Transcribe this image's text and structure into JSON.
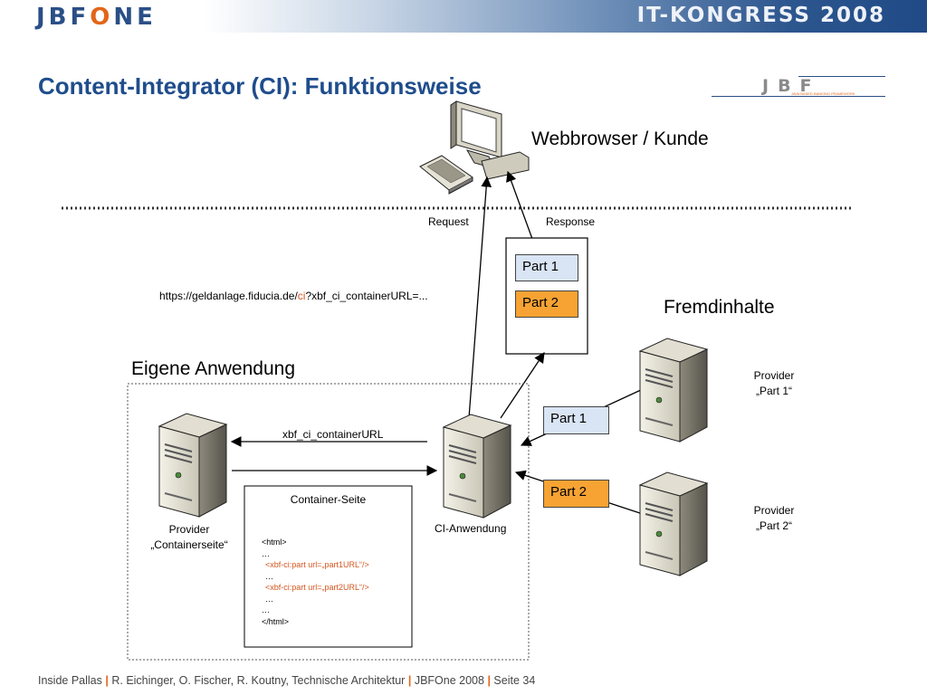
{
  "header": {
    "logo_letters": [
      "JBF",
      "O",
      "NE"
    ],
    "congress": "IT-KONGRESS 2008"
  },
  "slide": {
    "title": "Content-Integrator (CI): Funktionsweise",
    "small_logo": "JBF",
    "small_logo_sub": "JAVA BASED BANKING FRAMEWORK"
  },
  "diagram": {
    "webbrowser": "Webbrowser / Kunde",
    "request": "Request",
    "response": "Response",
    "url_prefix": "https://geldanlage.fiducia.de/",
    "url_ci": "ci",
    "url_suffix": "?xbf_ci_containerURL=...",
    "response_part1": "Part 1",
    "response_part2": "Part 2",
    "fremdinhalte": "Fremdinhalte",
    "eigene_anwendung": "Eigene Anwendung",
    "container_url_label": "xbf_ci_containerURL",
    "ci_part1": "Part 1",
    "ci_part2": "Part 2",
    "provider_part1_line1": "Provider",
    "provider_part1_line2": "„Part 1“",
    "provider_part2_line1": "Provider",
    "provider_part2_line2": "„Part 2“",
    "provider_container_line1": "Provider",
    "provider_container_line2": "„Containerseite“",
    "ci_anwendung": "CI-Anwendung",
    "container_seite": "Container-Seite",
    "code_lines": [
      {
        "text": "<html>",
        "hl": false
      },
      {
        "text": "…",
        "hl": false
      },
      {
        "text": "<xbf-ci:part url=„part1URL“/>",
        "hl": true
      },
      {
        "text": "…",
        "hl": false
      },
      {
        "text": "<xbf-ci:part url=„part2URL“/>",
        "hl": true
      },
      {
        "text": "…",
        "hl": false
      },
      {
        "text": "…",
        "hl": false
      },
      {
        "text": "</html>",
        "hl": false
      }
    ]
  },
  "footer": {
    "part1": "Inside Pallas",
    "part2": "R. Eichinger, O. Fischer, R. Koutny, Technische Architektur",
    "part3": "JBFOne 2008",
    "part4": "Seite 34"
  },
  "colors": {
    "title_blue": "#1f4d8c",
    "part_orange": "#f7a333",
    "part_blue": "#d9e4f4",
    "accent_orange": "#e2661a"
  }
}
